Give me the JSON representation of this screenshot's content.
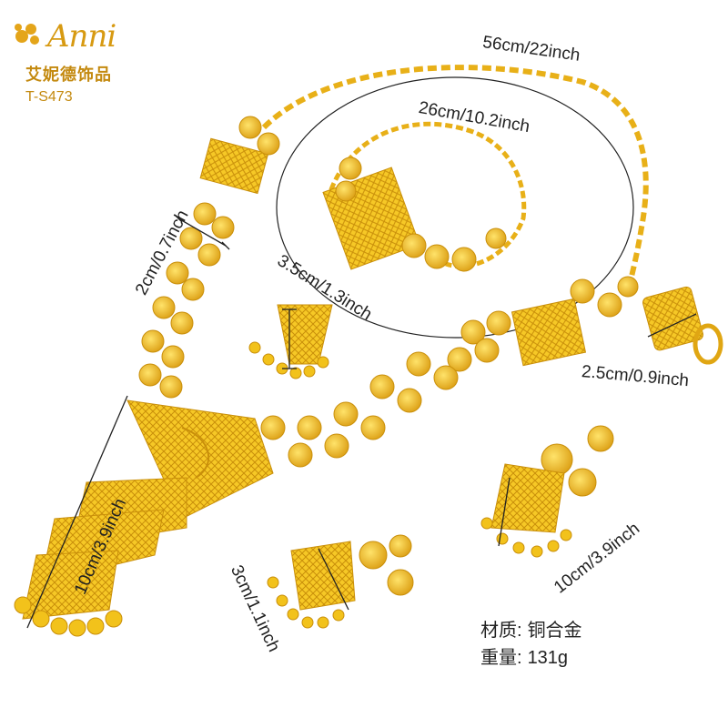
{
  "brand": {
    "script_name": "Anni",
    "chinese_name": "艾妮德饰品",
    "code": "T-S473"
  },
  "dimensions": {
    "necklace_length": "56cm/22inch",
    "bracelet_length": "26cm/10.2inch",
    "link_width": "2cm/0.7inch",
    "pendant_small": "3.5cm/1.3inch",
    "ring_size": "2.5cm/0.9inch",
    "pendant_large": "10cm/3.9inch",
    "earring_length": "10cm/3.9inch",
    "earring_width": "3cm/1.1inch"
  },
  "specs": {
    "material_label": "材质:",
    "material_value": "铜合金",
    "weight_label": "重量:",
    "weight_value": "131g"
  },
  "colors": {
    "gold": "#f2c21b",
    "gold_dark": "#c98f0a",
    "gold_light": "#ffe36a"
  }
}
